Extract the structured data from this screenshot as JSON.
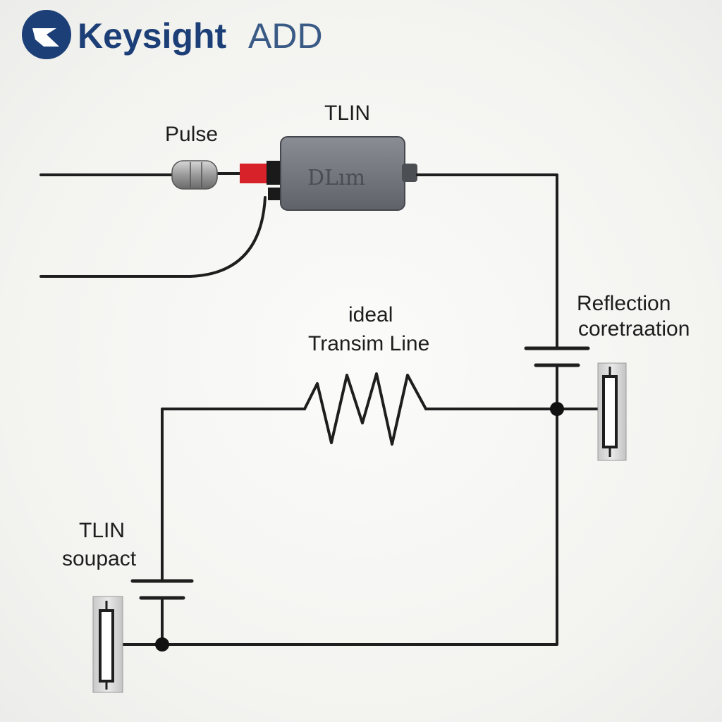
{
  "brand": {
    "name_strong": "Keysight",
    "name_light": "ADD"
  },
  "labels": {
    "pulse": "Pulse",
    "tlin_top": "TLIN",
    "box_text": "DLım",
    "ideal": "ideal",
    "transim_line": "Transim Line",
    "reflection": "Reflection",
    "coretraation": "coretraation",
    "tlin_bottom": "TLIN",
    "soupact": "soupact"
  },
  "colors": {
    "brand": "#1c3f77",
    "box": "#6e7278",
    "red_tube": "#d8222a",
    "wire": "#1e1e1e"
  }
}
